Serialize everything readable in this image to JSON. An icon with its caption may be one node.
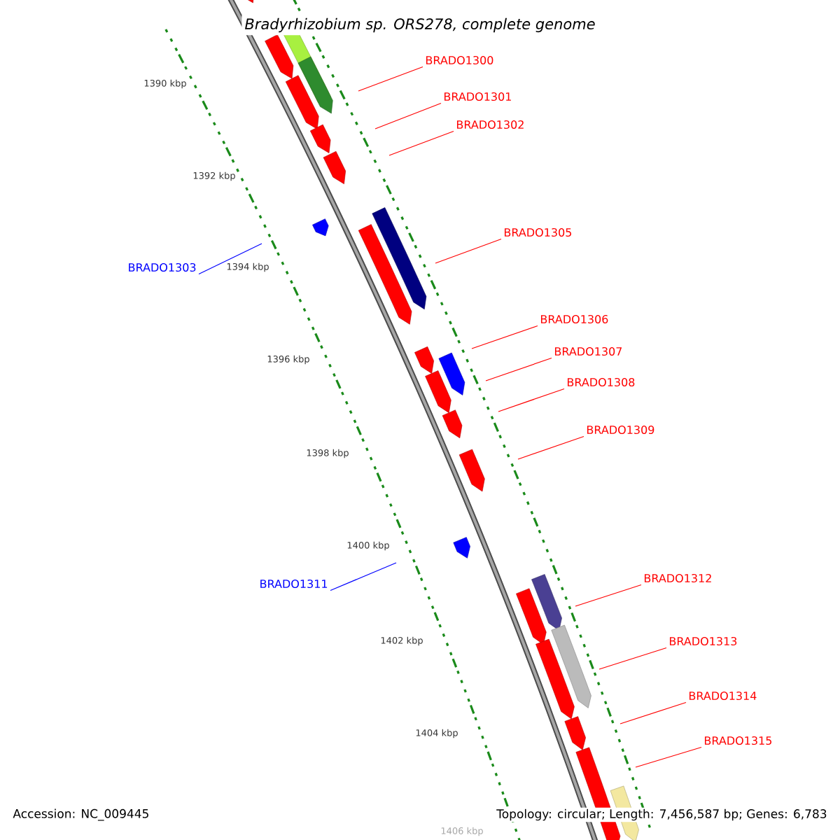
{
  "diagram": {
    "title": "Bradyrhizobium sp. ORS278, complete genome",
    "nodes": [
      {
        "text": [
          "BRADO1300"
        ]
      },
      {
        "text": [
          "BRADO1301"
        ]
      },
      {
        "text": [
          "BRADO1302"
        ]
      },
      {
        "text": [
          "BRADO1305"
        ]
      },
      {
        "text": [
          "BRADO1303"
        ]
      },
      {
        "text": [
          "BRADO1306"
        ]
      },
      {
        "text": [
          "BRADO1307"
        ]
      },
      {
        "text": [
          "BRADO1308"
        ]
      },
      {
        "text": [
          "BRADO1309"
        ]
      },
      {
        "text": [
          "BRADO1311"
        ]
      },
      {
        "text": [
          "BRADO1312"
        ]
      },
      {
        "text": [
          "BRADO1313"
        ]
      },
      {
        "text": [
          "BRADO1314"
        ]
      },
      {
        "text": [
          "BRADO1315"
        ]
      }
    ],
    "edges": [
      {
        "from": 0,
        "to": null,
        "arrow": "none"
      },
      {
        "from": 1,
        "to": null,
        "arrow": "none"
      },
      {
        "from": 2,
        "to": null,
        "arrow": "none"
      },
      {
        "from": 3,
        "to": null,
        "arrow": "none"
      },
      {
        "from": 4,
        "to": null,
        "arrow": "none",
        "color": "#0000ff"
      },
      {
        "from": 5,
        "to": null,
        "arrow": "none"
      },
      {
        "from": 6,
        "to": null,
        "arrow": "none"
      },
      {
        "from": 7,
        "to": null,
        "arrow": "none"
      },
      {
        "from": 8,
        "to": null,
        "arrow": "none"
      },
      {
        "from": 9,
        "to": null,
        "arrow": "none",
        "color": "#0000ff"
      },
      {
        "from": 10,
        "to": null,
        "arrow": "none"
      },
      {
        "from": 11,
        "to": null,
        "arrow": "none"
      },
      {
        "from": 12,
        "to": null,
        "arrow": "none"
      },
      {
        "from": 13,
        "to": null,
        "arrow": "none"
      }
    ],
    "labels": [
      "1390 kbp",
      "1392 kbp",
      "1394 kbp",
      "1396 kbp",
      "1398 kbp",
      "1400 kbp",
      "1402 kbp",
      "1404 kbp",
      "1406 kbp",
      "Accession: NC_009445",
      "Topology: circular; Length: 7,456,587 bp; Genes: 6,783"
    ]
  }
}
